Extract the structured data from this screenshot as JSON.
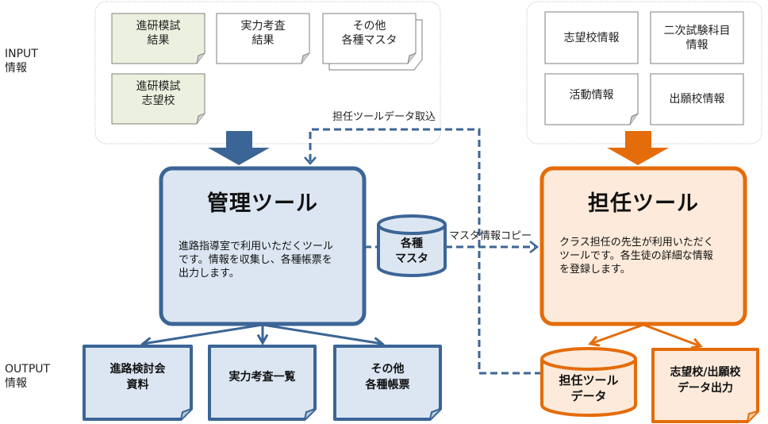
{
  "labels": {
    "input": "INPUT\n情報",
    "output": "OUTPUT\n情報"
  },
  "colors": {
    "blue": "#3b6596",
    "blue_fill": "#dce6f2",
    "orange": "#e46c0a",
    "orange_fill": "#fdeada",
    "input_green": "#ebf1de",
    "dashed": "#3b6596"
  },
  "input_left": {
    "items": [
      {
        "label": "進研模試\n結果"
      },
      {
        "label": "実力考査\n結果"
      },
      {
        "label": "その他\n各種マスタ"
      },
      {
        "label": "進研模試\n志望校"
      }
    ]
  },
  "input_right": {
    "items": [
      {
        "label": "志望校情報"
      },
      {
        "label": "二次試験科目\n情報"
      },
      {
        "label": "活動情報"
      },
      {
        "label": "出願校情報"
      }
    ]
  },
  "admin_tool": {
    "title": "管理ツール",
    "description": "進路指導室で利用いただくツール\nです。情報を収集し、各種帳票を\n出力します。"
  },
  "teacher_tool": {
    "title": "担任ツール",
    "description": "クラス担任の先生が利用いただく\nツールです。各生徒の詳細な情報\nを登録します。"
  },
  "master_db": {
    "label": "各種\nマスタ"
  },
  "teacher_db": {
    "label": "担任ツール\nデータ"
  },
  "flows": {
    "import": "担任ツールデータ取込",
    "copy": "マスタ情報コピー"
  },
  "outputs_admin": [
    {
      "label": "進路検討会\n資料"
    },
    {
      "label": "実力考査一覧"
    },
    {
      "label": "その他\n各種帳票"
    }
  ],
  "outputs_teacher": [
    {
      "label": "志望校/出願校\nデータ出力"
    }
  ]
}
